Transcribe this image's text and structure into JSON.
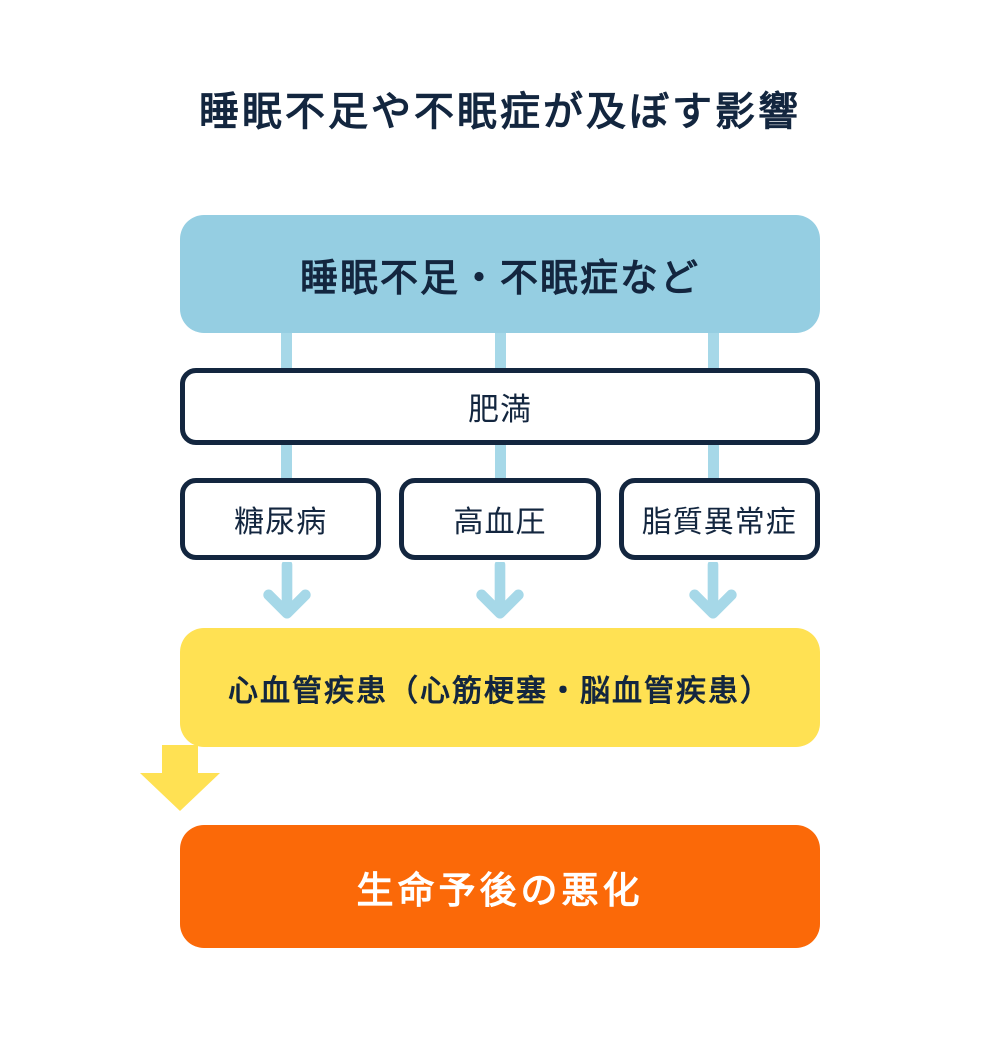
{
  "title": "睡眠不足や不眠症が及ぼす影響",
  "flow": {
    "source": {
      "label": "睡眠不足・不眠症など"
    },
    "intermediate": {
      "label": "肥満"
    },
    "conditions": [
      {
        "label": "糖尿病"
      },
      {
        "label": "高血圧"
      },
      {
        "label": "脂質異常症"
      }
    ],
    "consequence": {
      "label": "心血管疾患（心筋梗塞・脳血管疾患）"
    },
    "outcome": {
      "label": "生命予後の悪化"
    }
  },
  "colors": {
    "navy": "#13263F",
    "light-blue": "#95CEE2",
    "line-blue": "#A6D8E8",
    "yellow": "#FFE153",
    "orange": "#FB6908",
    "white": "#FFFFFF"
  }
}
